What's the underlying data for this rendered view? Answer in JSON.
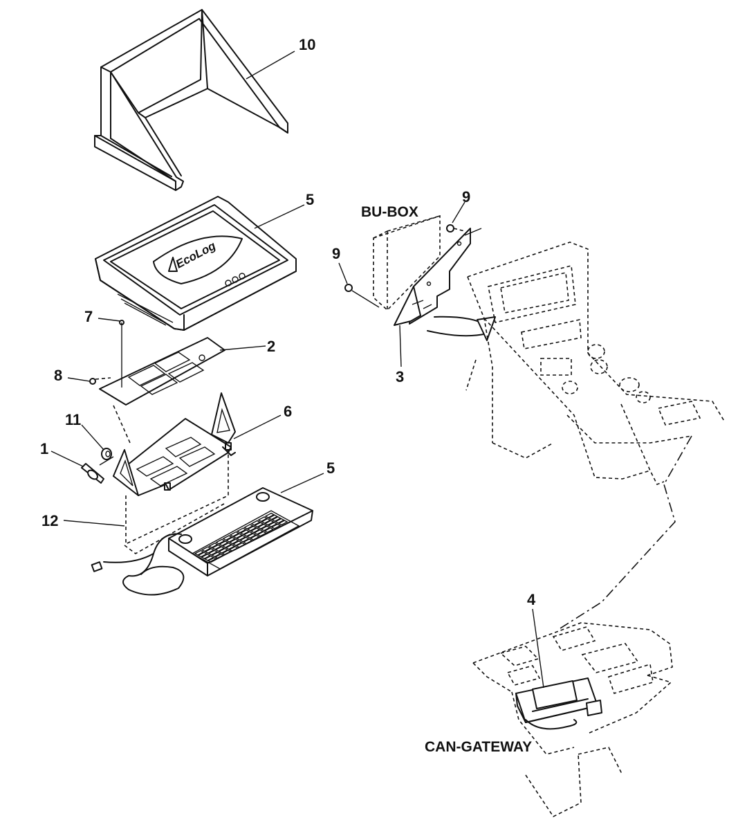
{
  "diagram": {
    "callouts": {
      "c10": "10",
      "c5_top": "5",
      "c9_right": "9",
      "c9_left": "9",
      "c7": "7",
      "c2": "2",
      "c3": "3",
      "c8": "8",
      "c6": "6",
      "c11": "11",
      "c1": "1",
      "c5_bottom": "5",
      "c12": "12",
      "c4": "4"
    },
    "labels": {
      "bu_box": "BU-BOX",
      "can_gateway": "CAN-GATEWAY",
      "logo": "EcoLog"
    }
  }
}
